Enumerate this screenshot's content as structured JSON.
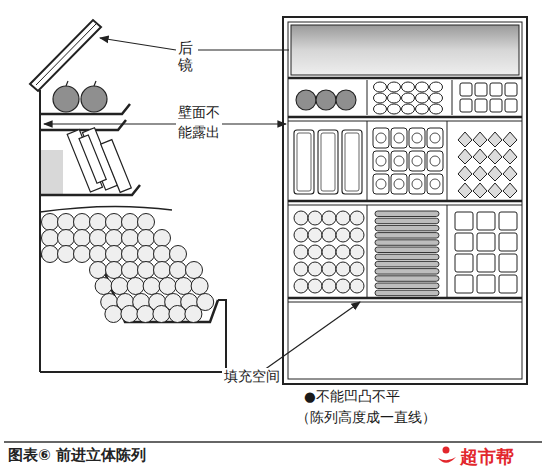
{
  "diagram": {
    "caption": "图表⑥ 前进立体陈列",
    "labels": [
      "后镜",
      "壁面不能露出",
      "填充空间",
      "●不能凹凸不平",
      "（陈列高度成一直线）",
      "超市帮"
    ]
  }
}
